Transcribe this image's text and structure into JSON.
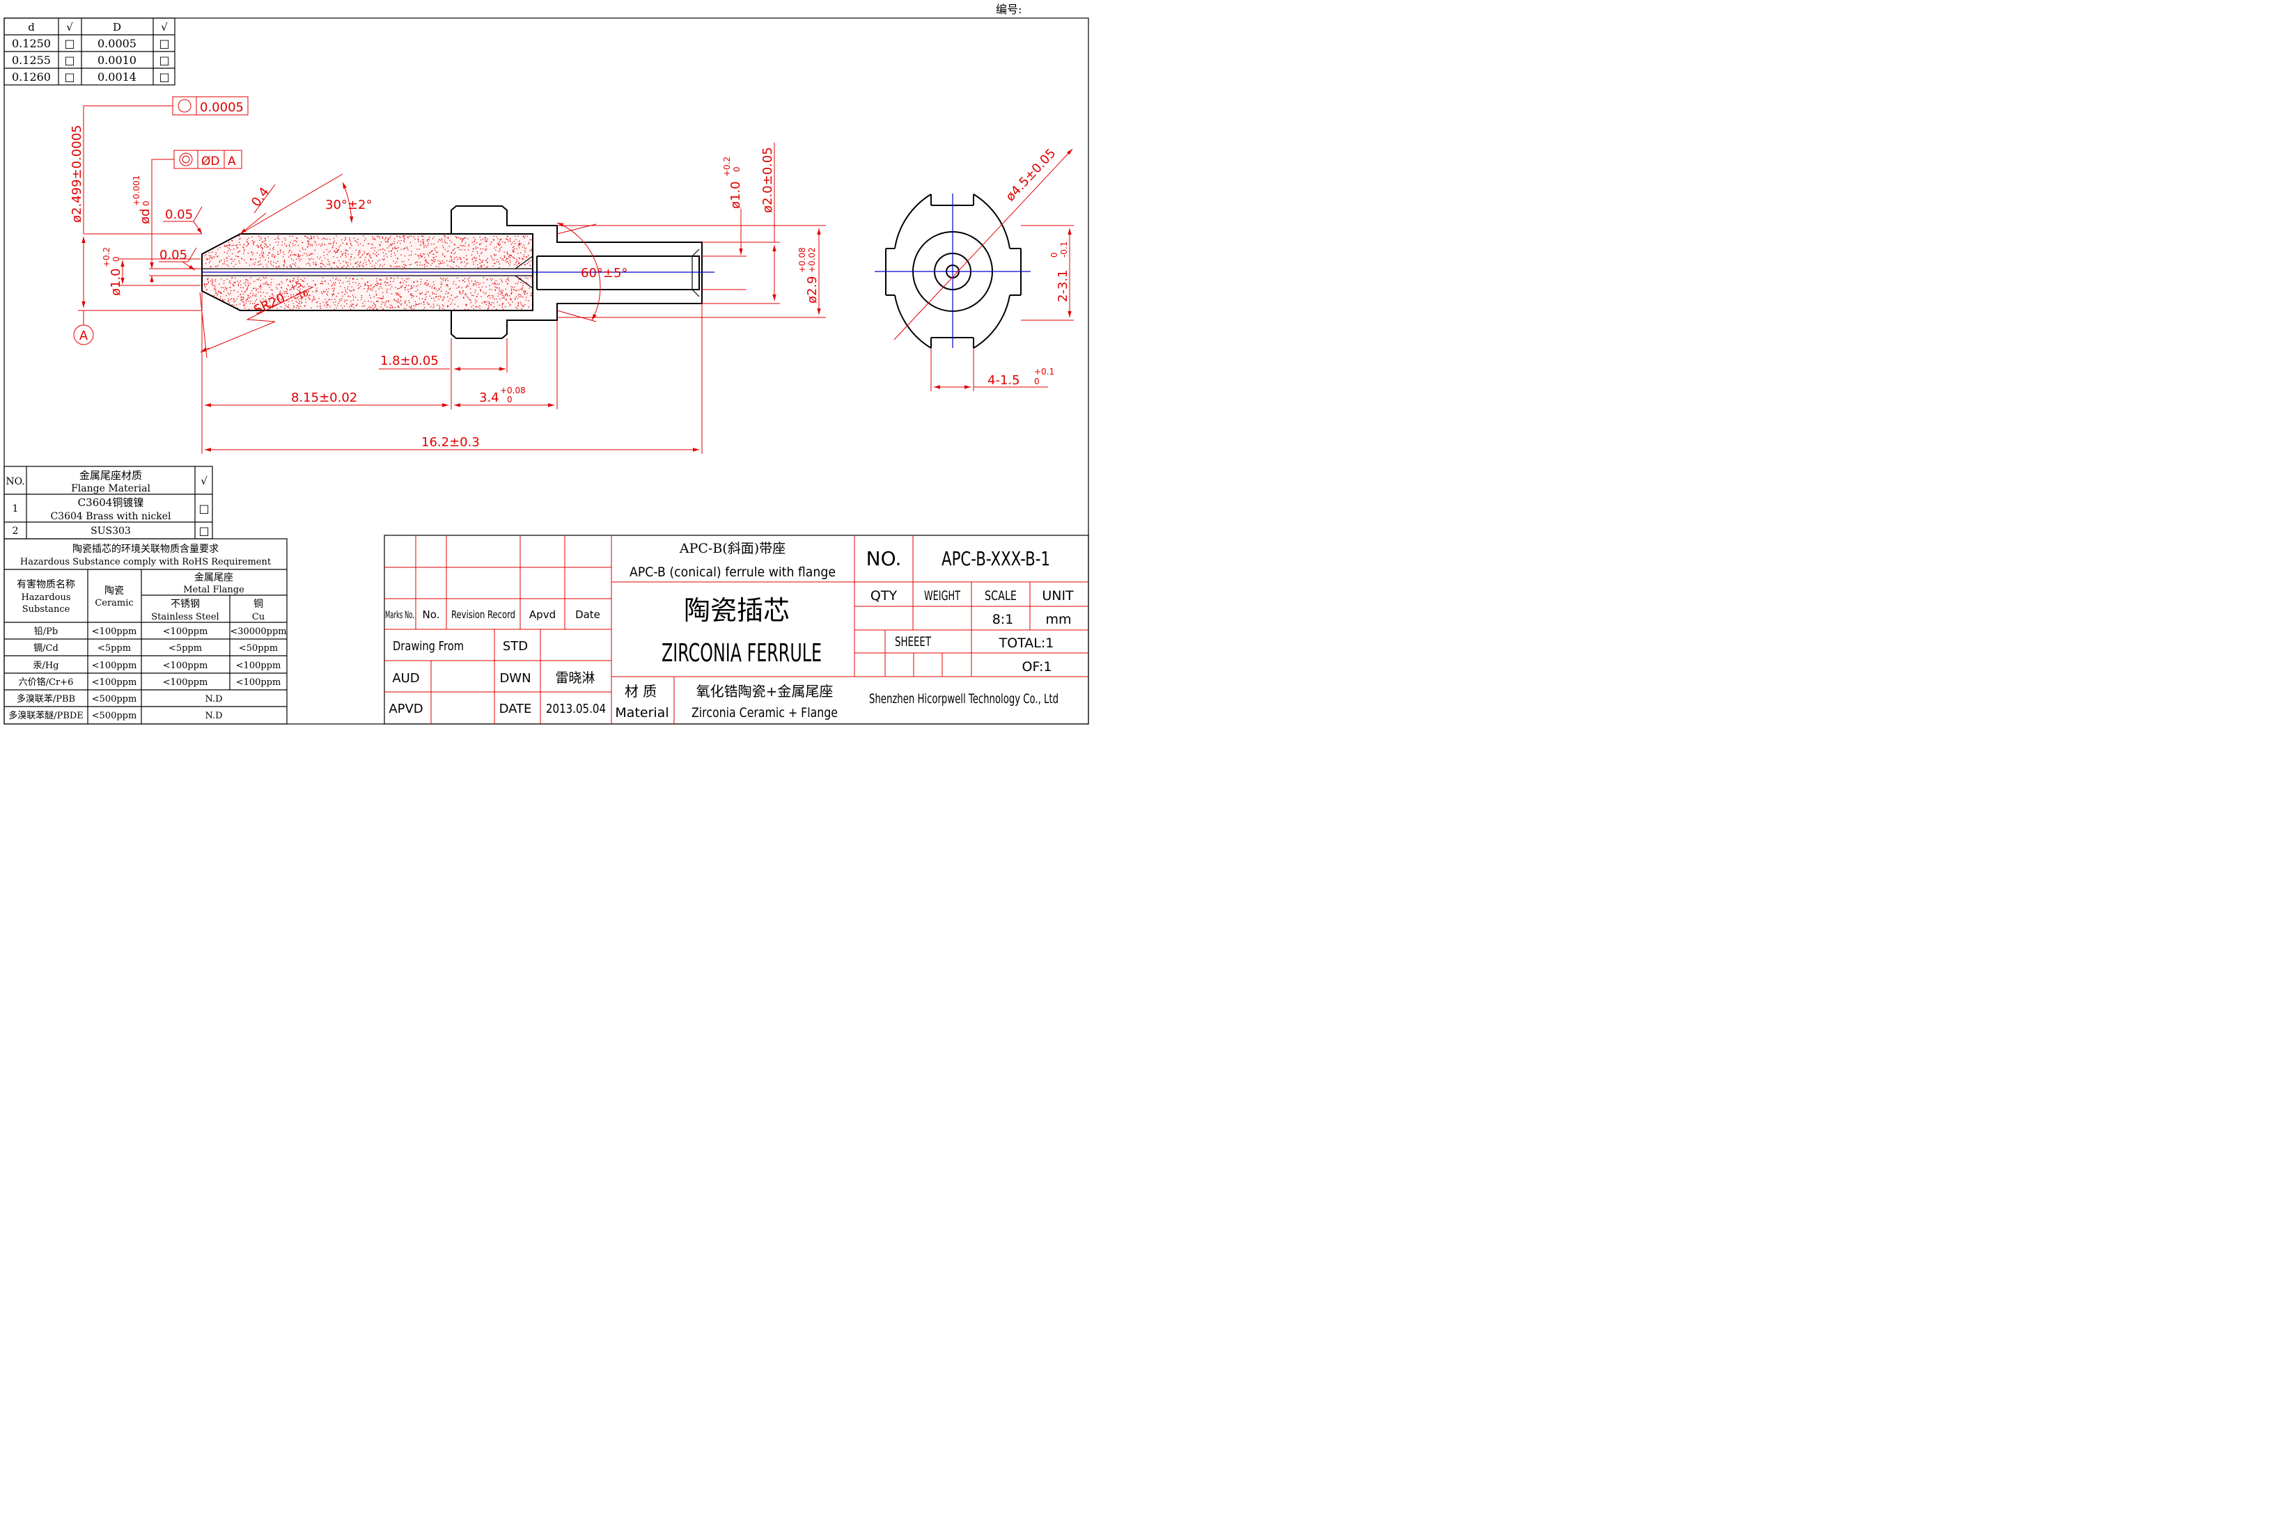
{
  "header": {
    "code_label": "编号:"
  },
  "tolerance_table": {
    "headers": [
      "d",
      "√",
      "D",
      "√"
    ],
    "rows": [
      {
        "d": "0.1250",
        "D": "0.0005"
      },
      {
        "d": "0.1255",
        "D": "0.0010"
      },
      {
        "d": "0.1260",
        "D": "0.0014"
      }
    ],
    "check": "□"
  },
  "dimensions": {
    "runout_tol": "0.0005",
    "concentric_sym": "ØD",
    "concentric_ref": "A",
    "od_main": "ø2.499±0.0005",
    "bore_d": "ød",
    "bore_d_plus": "+0.001",
    "bore_d_minus": "0",
    "chamfer_04": "0.4",
    "chamfer_005_a": "0.05",
    "chamfer_005_b": "0.05",
    "angle_30": "30°±2°",
    "angle_60": "60°±5°",
    "small_d": "ø1.0",
    "small_d_plus": "+0.2",
    "small_d_minus": "0",
    "right_d": "ø1.0",
    "right_d_plus": "+0.2",
    "right_d_minus": "0",
    "od_2": "ø2.0±0.05",
    "od_29": "ø2.9",
    "od_29_plus": "+0.08",
    "od_29_minus": "+0.02",
    "sr": "SR20",
    "sr_plus": "+5",
    "sr_minus": "-10",
    "len_18": "1.8±0.05",
    "len_815": "8.15±0.02",
    "len_34": "3.4",
    "len_34_plus": "+0.08",
    "len_34_minus": "0",
    "len_162": "16.2±0.3",
    "datum": "A",
    "flange_od": "ø4.5±0.05",
    "slot_w": "2-3.1",
    "slot_w_plus": "0",
    "slot_w_minus": "-0.1",
    "slot_d": "4-1.5",
    "slot_d_plus": "+0.1",
    "slot_d_minus": "0"
  },
  "flange_material": {
    "col_no": "NO.",
    "title_cn": "金属尾座材质",
    "title_en": "Flange Material",
    "check_head": "√",
    "rows": [
      {
        "no": "1",
        "cn": "C3604铜镀镍",
        "en": "C3604 Brass with nickel"
      },
      {
        "no": "2",
        "cn": "SUS303",
        "en": ""
      }
    ],
    "check": "□"
  },
  "rohs": {
    "title_cn": "陶瓷插芯的环境关联物质含量要求",
    "title_en": "Hazardous Substance comply with RoHS Requirement",
    "col1_cn": "有害物质名称",
    "col1_en1": "Hazardous",
    "col1_en2": "Substance",
    "col2_cn": "陶瓷",
    "col2_en": "Ceramic",
    "col3_cn": "金属尾座",
    "col3_en": "Metal Flange",
    "col3a_cn": "不锈钢",
    "col3a_en": "Stainless Steel",
    "col3b_cn": "铜",
    "col3b_en": "Cu",
    "rows": [
      {
        "name": "铅/Pb",
        "ceramic": "<100ppm",
        "ss": "<100ppm",
        "cu": "<30000ppm"
      },
      {
        "name": "镉/Cd",
        "ceramic": "<5ppm",
        "ss": "<5ppm",
        "cu": "<50ppm"
      },
      {
        "name": "汞/Hg",
        "ceramic": "<100ppm",
        "ss": "<100ppm",
        "cu": "<100ppm"
      },
      {
        "name": "六价铬/Cr+6",
        "ceramic": "<100ppm",
        "ss": "<100ppm",
        "cu": "<100ppm"
      },
      {
        "name": "多溴联苯/PBB",
        "ceramic": "<500ppm",
        "metal": "N.D"
      },
      {
        "name": "多溴联苯醚/PBDE",
        "ceramic": "<500ppm",
        "metal": "N.D"
      }
    ]
  },
  "title_block": {
    "marks_no": "Marks No.",
    "no": "No.",
    "revision_record": "Revision Record",
    "apvd": "Apvd",
    "date": "Date",
    "drawing_from": "Drawing From",
    "std": "STD",
    "aud": "AUD",
    "dwn": "DWN",
    "drawer": "雷晓淋",
    "apvd2": "APVD",
    "date2": "DATE",
    "date_value": "2013.05.04",
    "desc_cn": "APC-B(斜面)带座",
    "desc_en": "APC-B (conical) ferrule with flange",
    "part_cn": "陶瓷插芯",
    "part_en": "ZIRCONIA FERRULE",
    "material_cn": "材 质",
    "material_en": "Material",
    "material_value_cn": "氧化锆陶瓷+金属尾座",
    "material_value_en": "Zirconia Ceramic + Flange",
    "no_label": "NO.",
    "part_no": "APC-B-XXX-B-1",
    "qty": "QTY",
    "weight": "WEIGHT",
    "scale": "SCALE",
    "unit": "UNIT",
    "scale_value": "8:1",
    "unit_value": "mm",
    "sheet": "SHEEET",
    "total": "TOTAL:1",
    "of": "OF:1",
    "company": "Shenzhen Hicorpwell Technology Co., Ltd"
  }
}
